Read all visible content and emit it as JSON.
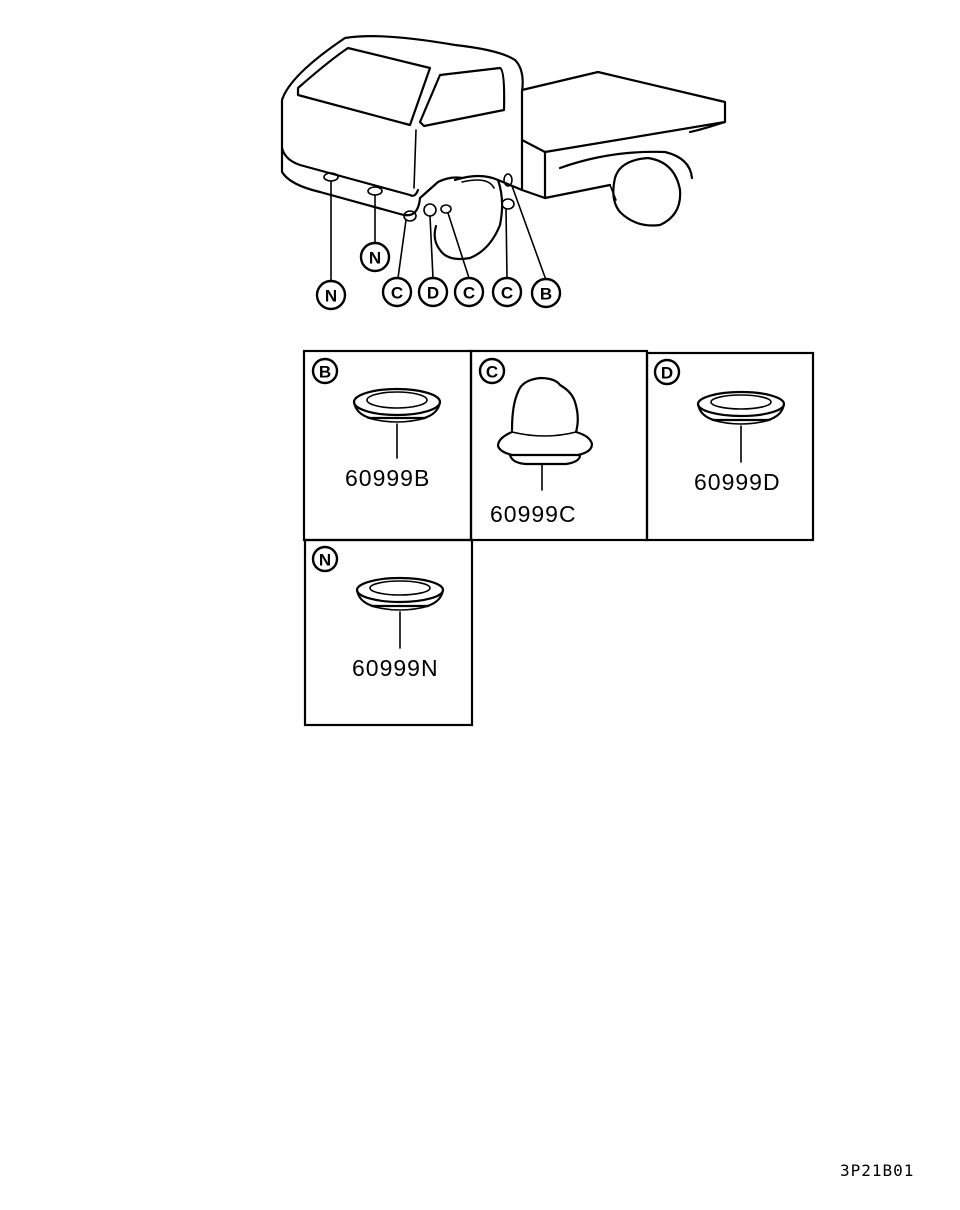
{
  "callouts": [
    {
      "id": "callout-n-1",
      "label": "N"
    },
    {
      "id": "callout-n-2",
      "label": "N"
    },
    {
      "id": "callout-c-1",
      "label": "C"
    },
    {
      "id": "callout-d",
      "label": "D"
    },
    {
      "id": "callout-c-2",
      "label": "C"
    },
    {
      "id": "callout-c-3",
      "label": "C"
    },
    {
      "id": "callout-b",
      "label": "B"
    }
  ],
  "panels": {
    "b": {
      "label": "B",
      "part_number": "60999B"
    },
    "c": {
      "label": "C",
      "part_number": "60999C"
    },
    "d": {
      "label": "D",
      "part_number": "60999D"
    },
    "n": {
      "label": "N",
      "part_number": "60999N"
    }
  },
  "drawing_code": "3P21B01"
}
